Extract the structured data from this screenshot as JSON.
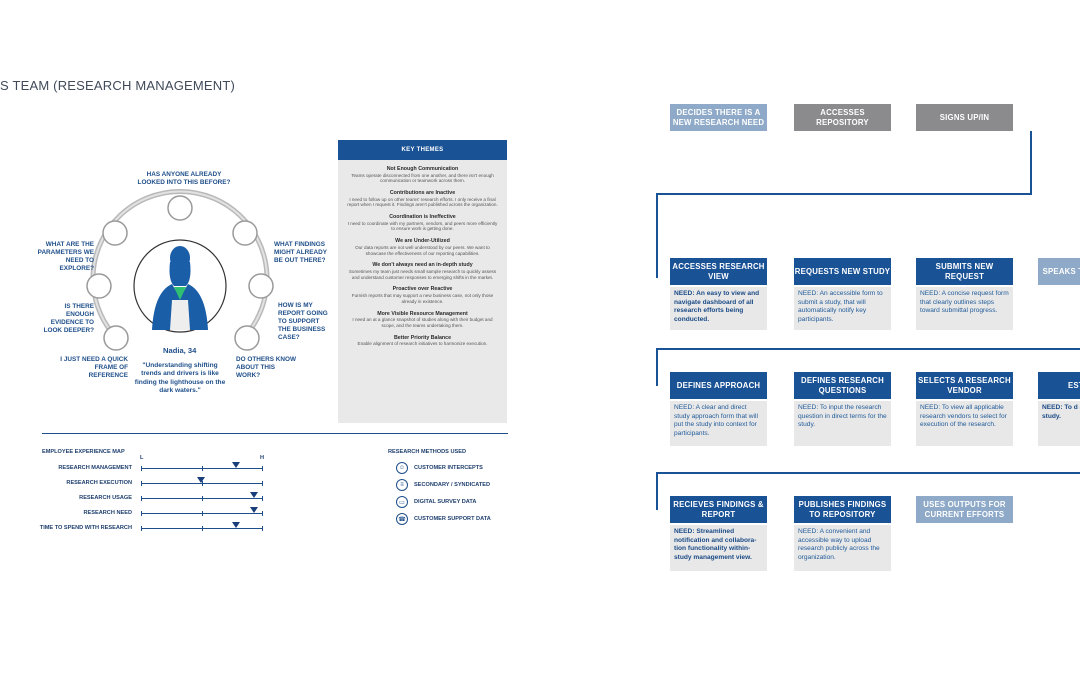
{
  "page": {
    "title": "S TEAM (RESEARCH MANAGEMENT)"
  },
  "persona": {
    "questions": [
      "HAS ANYONE ALREADY LOOKED INTO THIS BEFORE?",
      "WHAT ARE THE PARAMETERS WE NEED TO EXPLORE?",
      "WHAT FINDINGS MIGHT ALREADY BE OUT THERE?",
      "IS THERE ENOUGH EVIDENCE TO LOOK DEEPER?",
      "HOW IS MY REPORT GOING TO SUPPORT THE BUSINESS CASE?",
      "I JUST NEED A QUICK FRAME OF REFERENCE",
      "DO OTHERS KNOW ABOUT THIS WORK?"
    ],
    "name": "Nadia, 34",
    "quote": "\"Understanding shifting trends and drivers is like finding the lighthouse on the dark waters.\""
  },
  "key_themes": {
    "heading": "KEY THEMES",
    "items": [
      {
        "title": "Not Enough Communication",
        "body": "Teams operate disconnected from one another, and there isn't enough communication or teamwork across them."
      },
      {
        "title": "Contributions are Inactive",
        "body": "I need to follow up on other teams' research efforts. I only receive a final report when I request it. Findings aren't published across the organization."
      },
      {
        "title": "Coordination is Ineffective",
        "body": "I need to coordinate with my partners, vendors, and peers more efficiently to ensure work is getting done."
      },
      {
        "title": "We are Under-Utilized",
        "body": "Our data reports are not well understood by our peers. We want to showcase the effectiveness of our reporting capabilities."
      },
      {
        "title": "We don't always need an in-depth study",
        "body": "Sometimes my team just needs small sample research to quickly assess and understand customer responses to emerging shifts in the market."
      },
      {
        "title": "Proactive over Reactive",
        "body": "Furnish reports that may support a new business case, not only those already in existence."
      },
      {
        "title": "More Visible Resource Management",
        "body": "I need an at a glance snapshot of studies along with their budget and scope, and the teams undertaking them."
      },
      {
        "title": "Better Priority Balance",
        "body": "Enable alignment of research initiatives to harmonize execution."
      }
    ]
  },
  "experience_map": {
    "heading": "EMPLOYEE EXPERIENCE MAP",
    "low": "L",
    "high": "H",
    "rows": [
      {
        "label": "RESEARCH MANAGEMENT",
        "value": 0.78
      },
      {
        "label": "RESEARCH EXECUTION",
        "value": 0.49
      },
      {
        "label": "RESEARCH USAGE",
        "value": 0.93
      },
      {
        "label": "RESEARCH NEED",
        "value": 0.93
      },
      {
        "label": "TIME TO SPEND WITH RESEARCH",
        "value": 0.78
      }
    ]
  },
  "research_methods": {
    "heading": "RESEARCH METHODS USED",
    "items": [
      {
        "label": "CUSTOMER INTERCEPTS",
        "icon": "person-icon"
      },
      {
        "label": "SECONDARY / SYNDICATED",
        "icon": "list-icon"
      },
      {
        "label": "DIGITAL SURVEY DATA",
        "icon": "monitor-icon"
      },
      {
        "label": "CUSTOMER SUPPORT DATA",
        "icon": "phone-icon"
      }
    ]
  },
  "journey": {
    "row1": [
      "DECIDES THERE IS A NEW RESEARCH NEED",
      "ACCESSES REPOSITORY",
      "SIGNS UP/IN"
    ],
    "row2": [
      {
        "step": "ACCESSES RESEARCH VIEW",
        "need": "NEED: An easy to view and navigate dashboard of all research efforts being conducted."
      },
      {
        "step": "REQUESTS NEW STUDY",
        "need": "NEED: An accessible form to submit a study, that will automatically notify key participants."
      },
      {
        "step": "SUBMITS NEW REQUEST",
        "need": "NEED: A concise request form that clearly outlines steps toward submittal progress."
      },
      {
        "step": "SPEAKS TO REPRESE"
      }
    ],
    "row3": [
      {
        "step": "DEFINES APPROACH",
        "need": "NEED: A clear and direct study approach form that will put the study into context for participants."
      },
      {
        "step": "DEFINES RESEARCH QUESTIONS",
        "need": "NEED: To input the research question in direct terms for the study."
      },
      {
        "step": "SELECTS A RESEARCH VENDOR",
        "need": "NEED: To view all applicable research vendors to select for execution of the research."
      },
      {
        "step": "ESTA TIM",
        "need": "NEED: To d and bench study."
      }
    ],
    "row4": [
      {
        "step": "RECIEVES FINDINGS & REPORT",
        "need": "NEED: Streamlined notification and collabora- tion functionality within- study management view."
      },
      {
        "step": "PUBLISHES FINDINGS TO REPOSITORY",
        "need": "NEED: A convenient and accessible way to upload research publicly across the organization."
      },
      {
        "step": "USES OUTPUTS FOR CURRENT EFFORTS"
      }
    ]
  }
}
